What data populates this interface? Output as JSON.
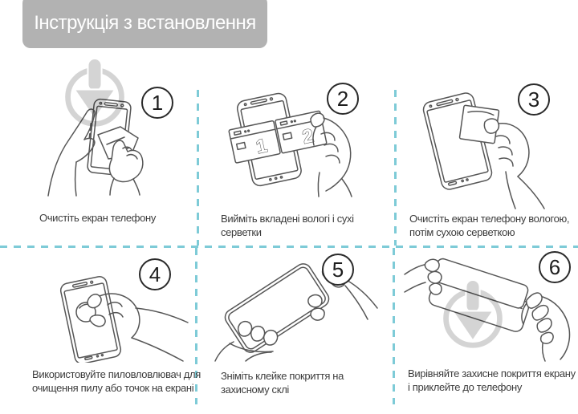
{
  "header": {
    "title": "Інструкція з встановлення"
  },
  "steps": [
    {
      "number": "1",
      "illustration": "hand-wiping-phone-screen-with-cloth",
      "caption_line1": "Очистіть екран телефону",
      "caption_line2": ""
    },
    {
      "number": "2",
      "illustration": "hand-removing-wipe-sachets-from-phone",
      "sachet1_label": "1",
      "sachet2_label": "2",
      "caption_line1": "Вийміть вкладені вологі і сухі",
      "caption_line2": "серветки"
    },
    {
      "number": "3",
      "illustration": "hand-cleaning-screen-with-wet-wipe",
      "caption_line1": "Очистіть екран телефону вологою,",
      "caption_line2": "потім сухою серветкою"
    },
    {
      "number": "4",
      "illustration": "hand-using-dust-removal-sticker",
      "caption_line1": "Використовуйте пиловловлювач для",
      "caption_line2": "очищення пилу або точок на екрані"
    },
    {
      "number": "5",
      "illustration": "hands-peeling-film-from-protective-glass",
      "caption_line1": "Зніміть клейке покриття на",
      "caption_line2": "захисному склі"
    },
    {
      "number": "6",
      "illustration": "hands-aligning-glass-over-phone",
      "caption_line1": "Вирівняйте захисне покриття екрану",
      "caption_line2": "і приклейте до телефону"
    }
  ],
  "watermark": {
    "icon": "down-arrow-in-circle-logo"
  },
  "colors": {
    "header_bg": "#b2b2b2",
    "header_text": "#ffffff",
    "caption_text": "#3c3c3c",
    "divider": "#7ecbd7",
    "line_art": "#565656",
    "watermark": "#d4d4d4"
  }
}
